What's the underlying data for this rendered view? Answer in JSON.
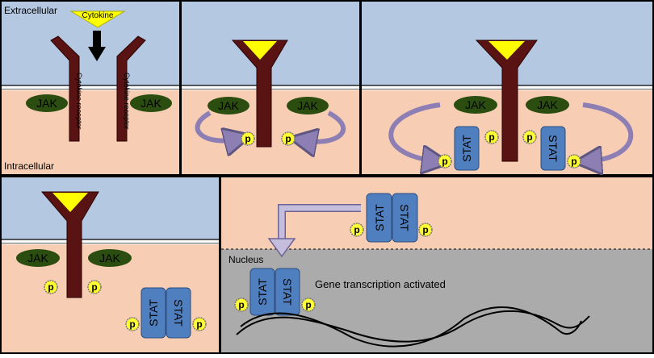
{
  "labels": {
    "extracellular": "Extracellular",
    "intracellular": "Intracellular",
    "cytokine": "Cytokine",
    "cytokine_receptor": "Cytokine receptor",
    "jak": "JAK",
    "stat": "STAT",
    "p": "p",
    "nucleus": "Nucleus",
    "gene_transcription": "Gene transcription activated"
  },
  "colors": {
    "extracellular_bg": "#b4c8e2",
    "cytoplasm_bg": "#f7cdb4",
    "nucleus_bg": "#ababab",
    "receptor": "#5a1313",
    "cytokine": "#ffff00",
    "jak": "#2b4e10",
    "stat": "#4f7fbf",
    "phosphate": "#ffff33",
    "arrow": "#8d7fb3",
    "border": "#000000"
  },
  "icons": [
    "cytokine-icon",
    "receptor-icon",
    "jak-icon",
    "stat-icon",
    "phosphate-icon",
    "curved-arrow-icon",
    "dna-icon"
  ]
}
